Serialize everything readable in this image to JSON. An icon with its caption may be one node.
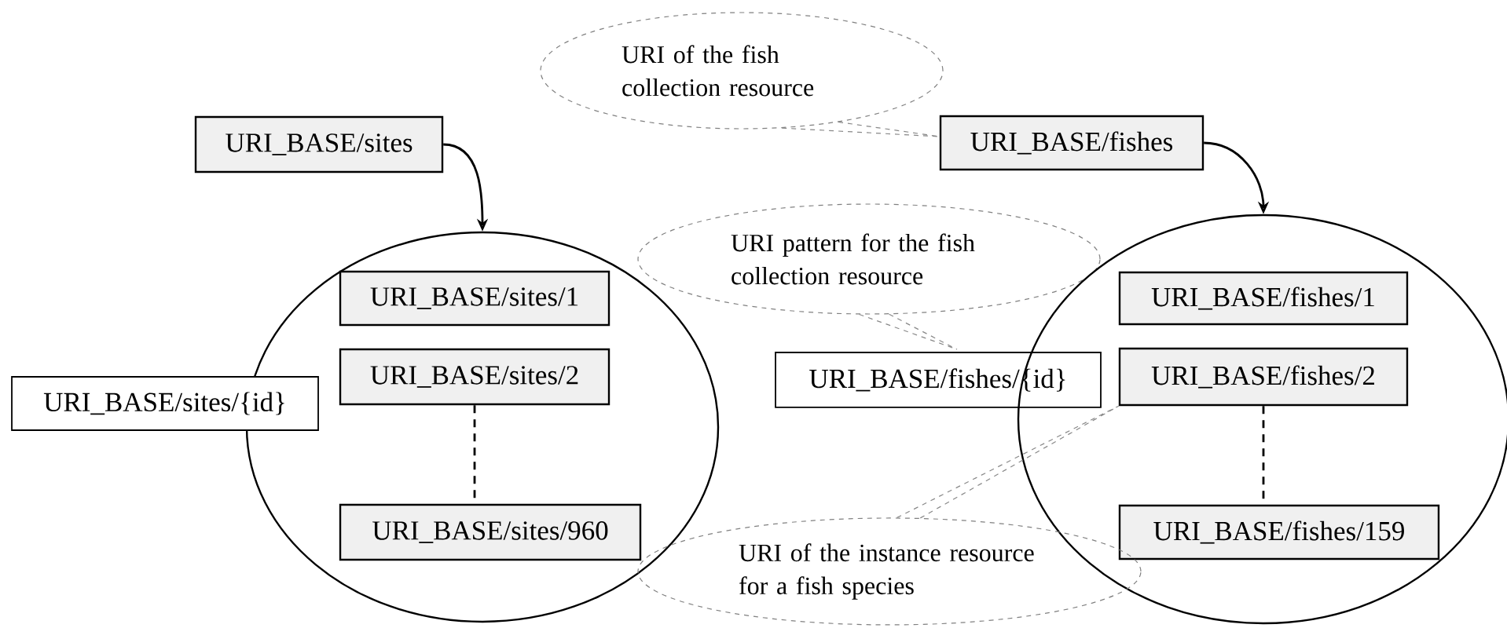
{
  "diagram": {
    "nodes": [
      {
        "text": [
          "URI of the fish collection resource"
        ]
      },
      {
        "text": [
          "URI_BASE/sites"
        ]
      },
      {
        "text": [
          "URI_BASE/fishes"
        ]
      },
      {
        "text": [],
        "shape": "ellipse"
      },
      {
        "text": [
          "URI_BASE/sites/1"
        ],
        "in": 3
      },
      {
        "text": [
          "URI_BASE/sites/2"
        ],
        "in": 3
      },
      {
        "text": [
          "URI_BASE/sites/960"
        ],
        "in": 3
      },
      {
        "text": [
          "URI_BASE/sites/{id}"
        ]
      },
      {
        "text": [
          "URI pattern for the fish collection resource"
        ]
      },
      {
        "text": [
          "URI_BASE/fishes/{id}"
        ]
      },
      {
        "text": [],
        "shape": "ellipse"
      },
      {
        "text": [
          "URI_BASE/fishes/1"
        ],
        "in": 10
      },
      {
        "text": [
          "URI_BASE/fishes/2"
        ],
        "in": 10
      },
      {
        "text": [
          "URI_BASE/fishes/159"
        ],
        "in": 10
      },
      {
        "text": [
          "URI of the instance resource for a fish species"
        ]
      }
    ],
    "edges": [
      {
        "from": 1,
        "to": 3,
        "arrow": "to"
      },
      {
        "from": 2,
        "to": 10,
        "arrow": "to"
      },
      {
        "from": 5,
        "to": 6,
        "arrow": "none",
        "style": "dashed"
      },
      {
        "from": 12,
        "to": 13,
        "arrow": "none",
        "style": "dashed"
      },
      {
        "from": 0,
        "to": 2,
        "arrow": "none",
        "style": "dashed",
        "color": "#888888"
      },
      {
        "from": 8,
        "to": 9,
        "arrow": "none",
        "style": "dashed",
        "color": "#888888"
      },
      {
        "from": 14,
        "to": 12,
        "arrow": "none",
        "style": "dashed",
        "color": "#888888"
      }
    ]
  }
}
